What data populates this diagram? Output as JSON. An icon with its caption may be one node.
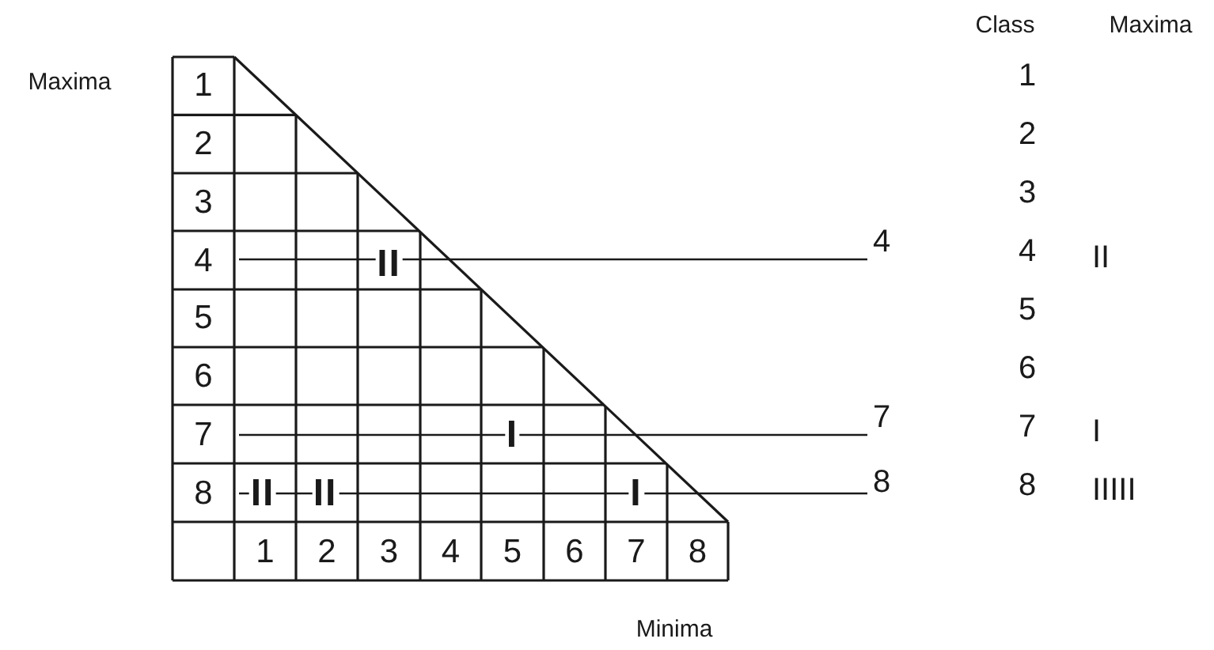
{
  "diagram": {
    "labels": [
      "Class",
      "Maxima",
      "Maxima",
      "1",
      "2",
      "3",
      "4",
      "5",
      "6",
      "7",
      "8",
      "1",
      "2",
      "3",
      "4",
      "5",
      "6",
      "7",
      "8",
      "II",
      "I",
      "IIIII",
      "4",
      "7",
      "8",
      "II",
      "I",
      "II",
      "II",
      "I",
      "1",
      "2",
      "3",
      "4",
      "5",
      "6",
      "7",
      "8",
      "Minima"
    ]
  }
}
